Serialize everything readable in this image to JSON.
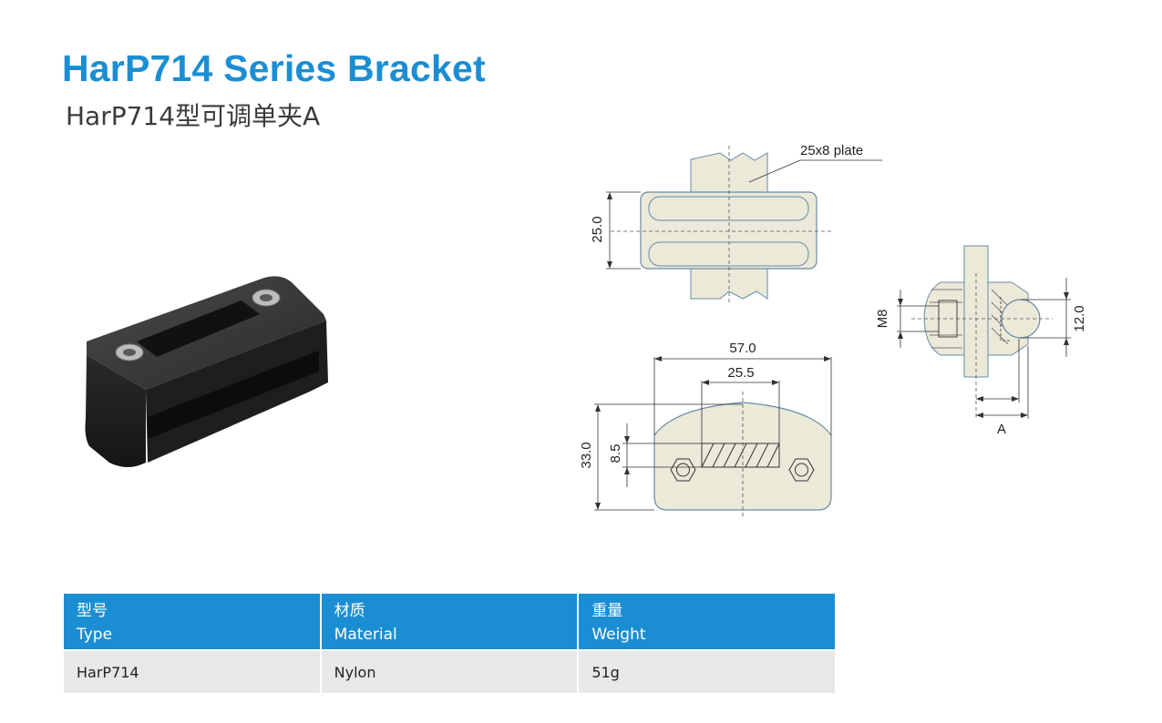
{
  "header": {
    "title": "HarP714 Series Bracket",
    "subtitle": "HarP714型可调单夹A"
  },
  "drawing": {
    "top_view": {
      "plate_label": "25x8 plate",
      "height_dim": "25.0"
    },
    "front_view": {
      "width_dim": "57.0",
      "slot_dim": "25.5",
      "height_dim": "33.0",
      "slot_height_dim": "8.5"
    },
    "side_view": {
      "thread_dim": "M8",
      "diameter_dim": "12.0",
      "offset_label": "A"
    }
  },
  "table": {
    "headers": [
      {
        "zh": "型号",
        "en": "Type"
      },
      {
        "zh": "材质",
        "en": "Material"
      },
      {
        "zh": "重量",
        "en": "Weight"
      }
    ],
    "rows": [
      [
        "HarP714",
        "Nylon",
        "51g"
      ]
    ]
  }
}
